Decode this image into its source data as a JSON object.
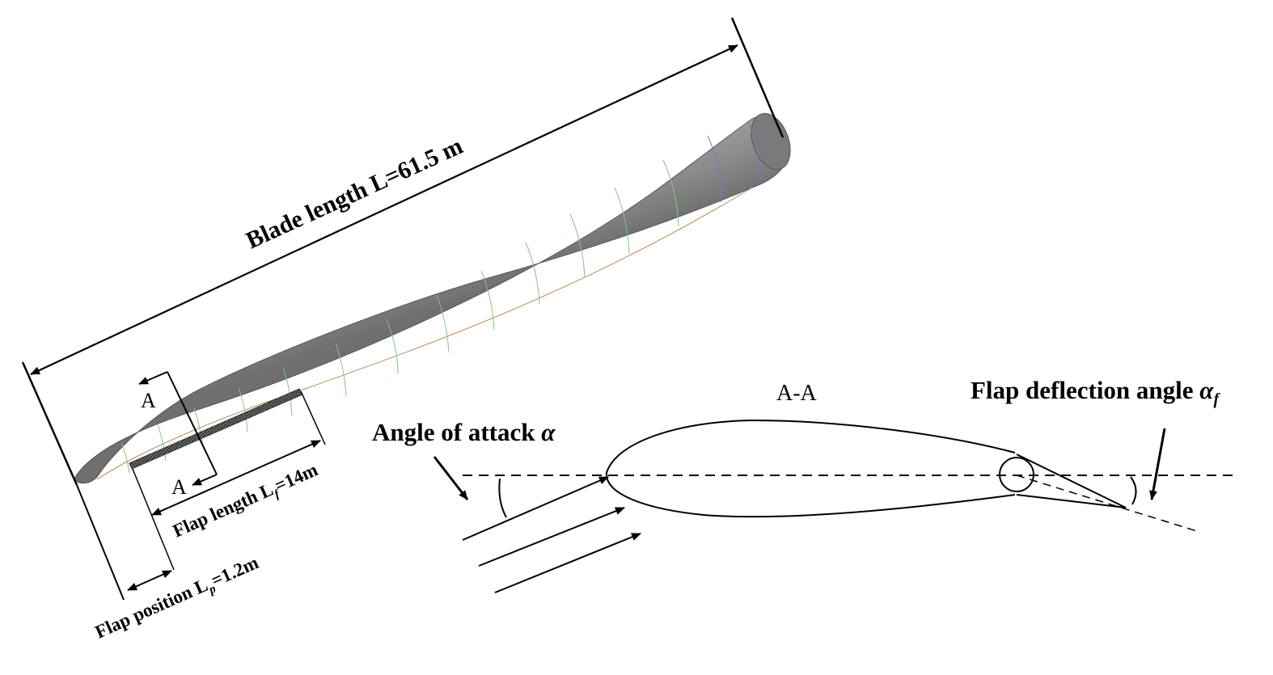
{
  "blade": {
    "length_label": "Blade length L=61.5 m",
    "flap_length_prefix": "Flap length L",
    "flap_length_subscript": "f",
    "flap_length_value": "=14m",
    "flap_position_prefix": "Flap position L",
    "flap_position_subscript": "p",
    "flap_position_value": "=1.2m",
    "section_marker_top": "A",
    "section_marker_bottom": "A"
  },
  "section": {
    "title": "A-A",
    "angle_of_attack_prefix": "Angle of attack ",
    "angle_of_attack_symbol": "α",
    "flap_angle_prefix": "Flap deflection angle ",
    "flap_angle_symbol": "α",
    "flap_angle_subscript": "f"
  },
  "colors": {
    "blade_fill": "#8f8f8f",
    "section_lines": "#7fc97f",
    "tip_lines": "#6c7fc0",
    "ink": "#000000"
  }
}
